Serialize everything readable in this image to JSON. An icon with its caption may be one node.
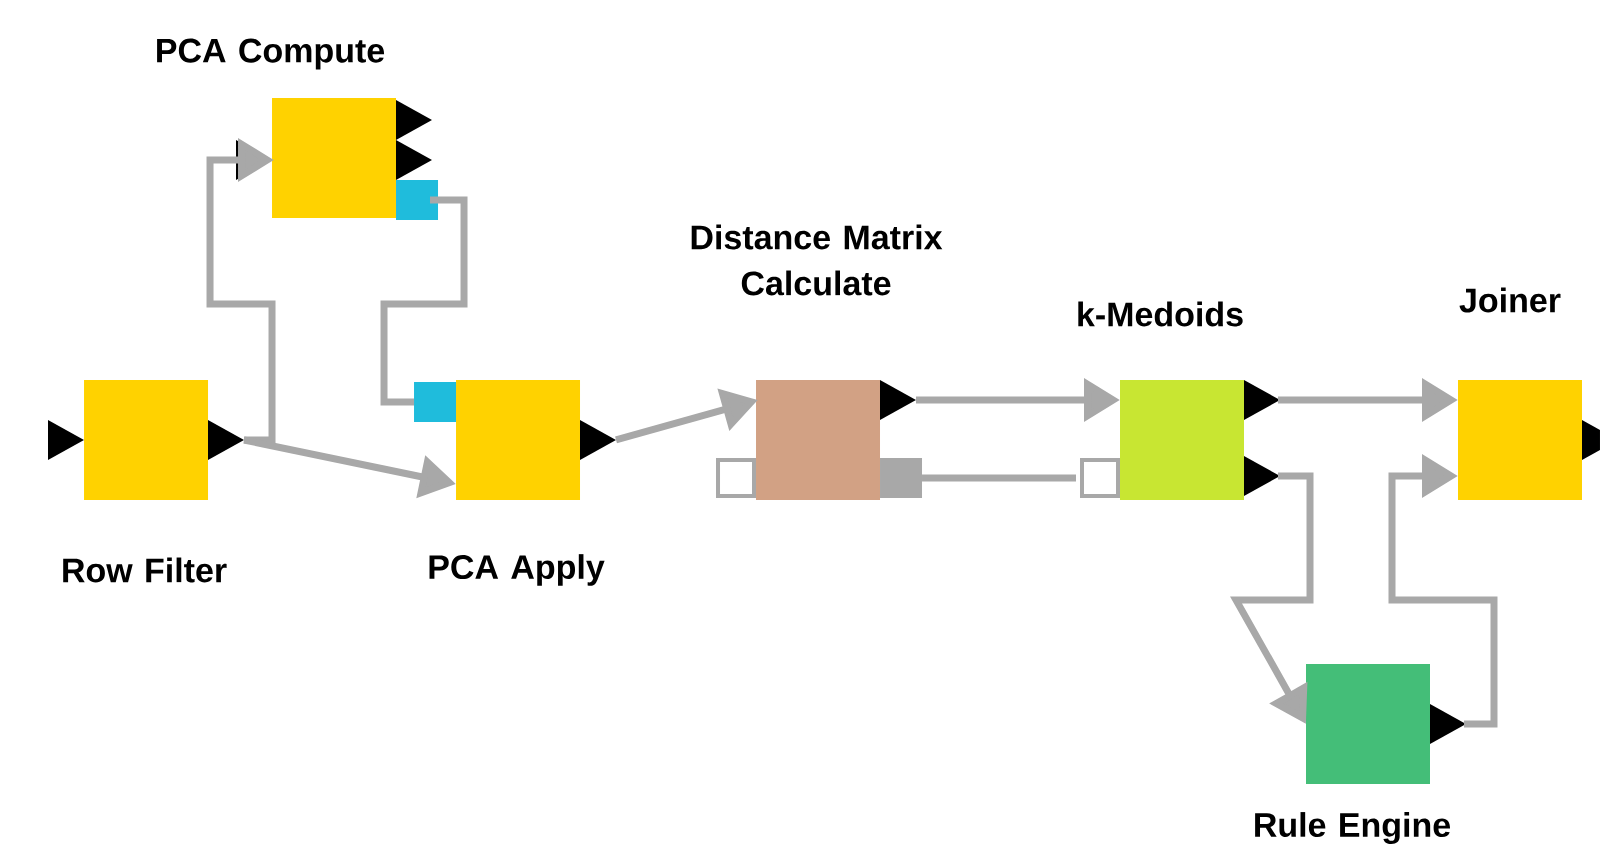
{
  "diagram": {
    "nodes": [
      {
        "text": [
          "PCA Compute"
        ]
      },
      {
        "text": [
          "Row Filter"
        ]
      },
      {
        "text": [
          "PCA Apply"
        ]
      },
      {
        "text": [
          "Distance Matrix Calculate"
        ]
      },
      {
        "text": [
          "k-Medoids"
        ]
      },
      {
        "text": [
          "Joiner"
        ]
      },
      {
        "text": [
          "Rule Engine"
        ]
      }
    ],
    "edges": [
      {
        "from": 1,
        "to": 0,
        "arrow": "to"
      },
      {
        "from": 1,
        "to": 2,
        "arrow": "to"
      },
      {
        "from": 0,
        "to": 2,
        "arrow": "none"
      },
      {
        "from": 2,
        "to": 3,
        "arrow": "to"
      },
      {
        "from": 3,
        "to": 4,
        "arrow": "to"
      },
      {
        "from": 3,
        "to": 4,
        "arrow": "none"
      },
      {
        "from": 4,
        "to": 5,
        "arrow": "to"
      },
      {
        "from": 4,
        "to": 6,
        "arrow": "to"
      },
      {
        "from": 6,
        "to": 5,
        "arrow": "to"
      }
    ]
  }
}
